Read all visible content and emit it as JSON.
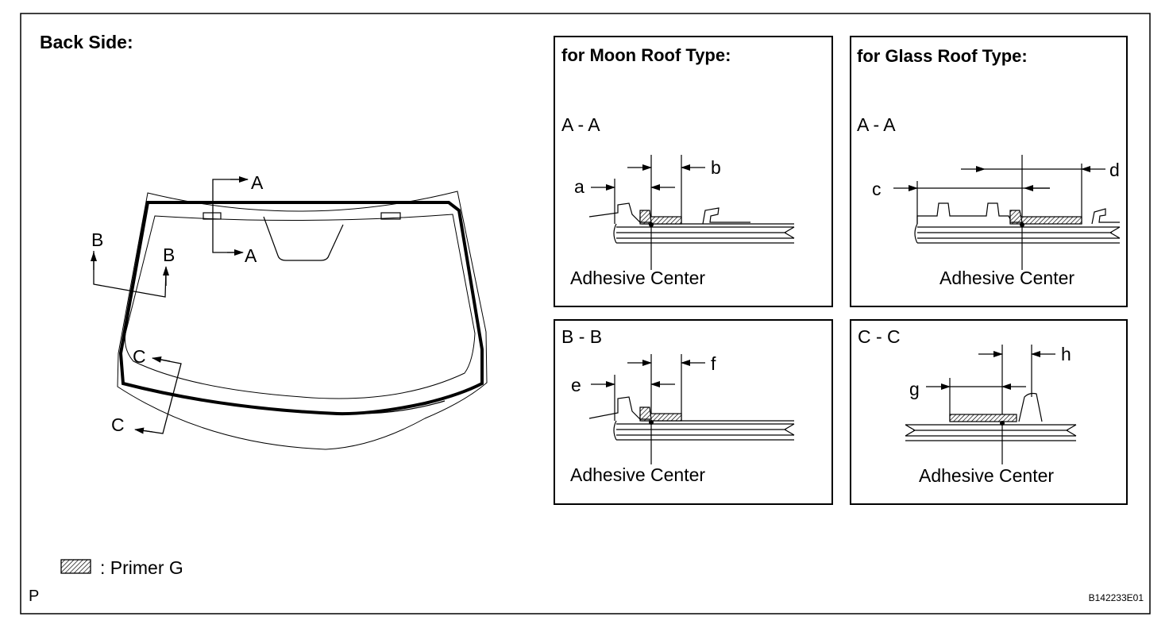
{
  "main": {
    "title": "Back Side:",
    "corner_letter": "P",
    "figure_code": "B142233E01"
  },
  "legend": {
    "label": ": Primer G"
  },
  "windshield": {
    "cut_a": "A",
    "cut_b": "B",
    "cut_c": "C"
  },
  "panels": {
    "moon": {
      "title": "for Moon Roof Type:",
      "section": "A - A",
      "dim1": "a",
      "dim2": "b",
      "adhesive": "Adhesive Center"
    },
    "glass": {
      "title": "for Glass Roof Type:",
      "section": "A - A",
      "dim1": "c",
      "dim2": "d",
      "adhesive": "Adhesive Center"
    },
    "bb": {
      "section": "B - B",
      "dim1": "e",
      "dim2": "f",
      "adhesive": "Adhesive Center"
    },
    "cc": {
      "section": "C - C",
      "dim1": "g",
      "dim2": "h",
      "adhesive": "Adhesive Center"
    }
  }
}
